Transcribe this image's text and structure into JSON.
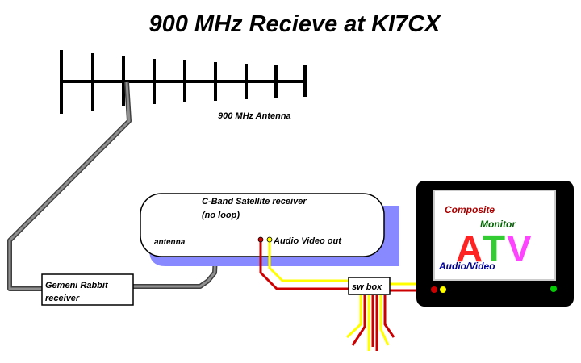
{
  "title": "900 MHz Recieve at KI7CX",
  "labels": {
    "antenna_900": "900 MHz Antenna",
    "satellite_line1": "C-Band Satellite receiver",
    "satellite_line2": "(no loop)",
    "antenna_input": "antenna",
    "audio_video_out": "Audio Video out",
    "rabbit_line1": "Gemeni Rabbit",
    "rabbit_line2": "receiver",
    "sw_box": "sw box",
    "monitor_composite": "Composite",
    "monitor_monitor": "Monitor",
    "monitor_audio_video": "Audio/Video",
    "atv_a": "A",
    "atv_t": "T",
    "atv_v": "V"
  },
  "colors": {
    "coax": "#808080",
    "cable_red": "#cc0000",
    "cable_yellow": "#ffff00",
    "shadow": "#8888ff",
    "monitor_composite": "#aa0000",
    "monitor_monitor": "#006600",
    "monitor_audio_video": "#000099",
    "atv_a": "#ff2222",
    "atv_t": "#33cc33",
    "atv_v": "#ff44ff",
    "led_red": "#cc0000",
    "led_yellow": "#ffff00",
    "led_green": "#00cc00"
  }
}
